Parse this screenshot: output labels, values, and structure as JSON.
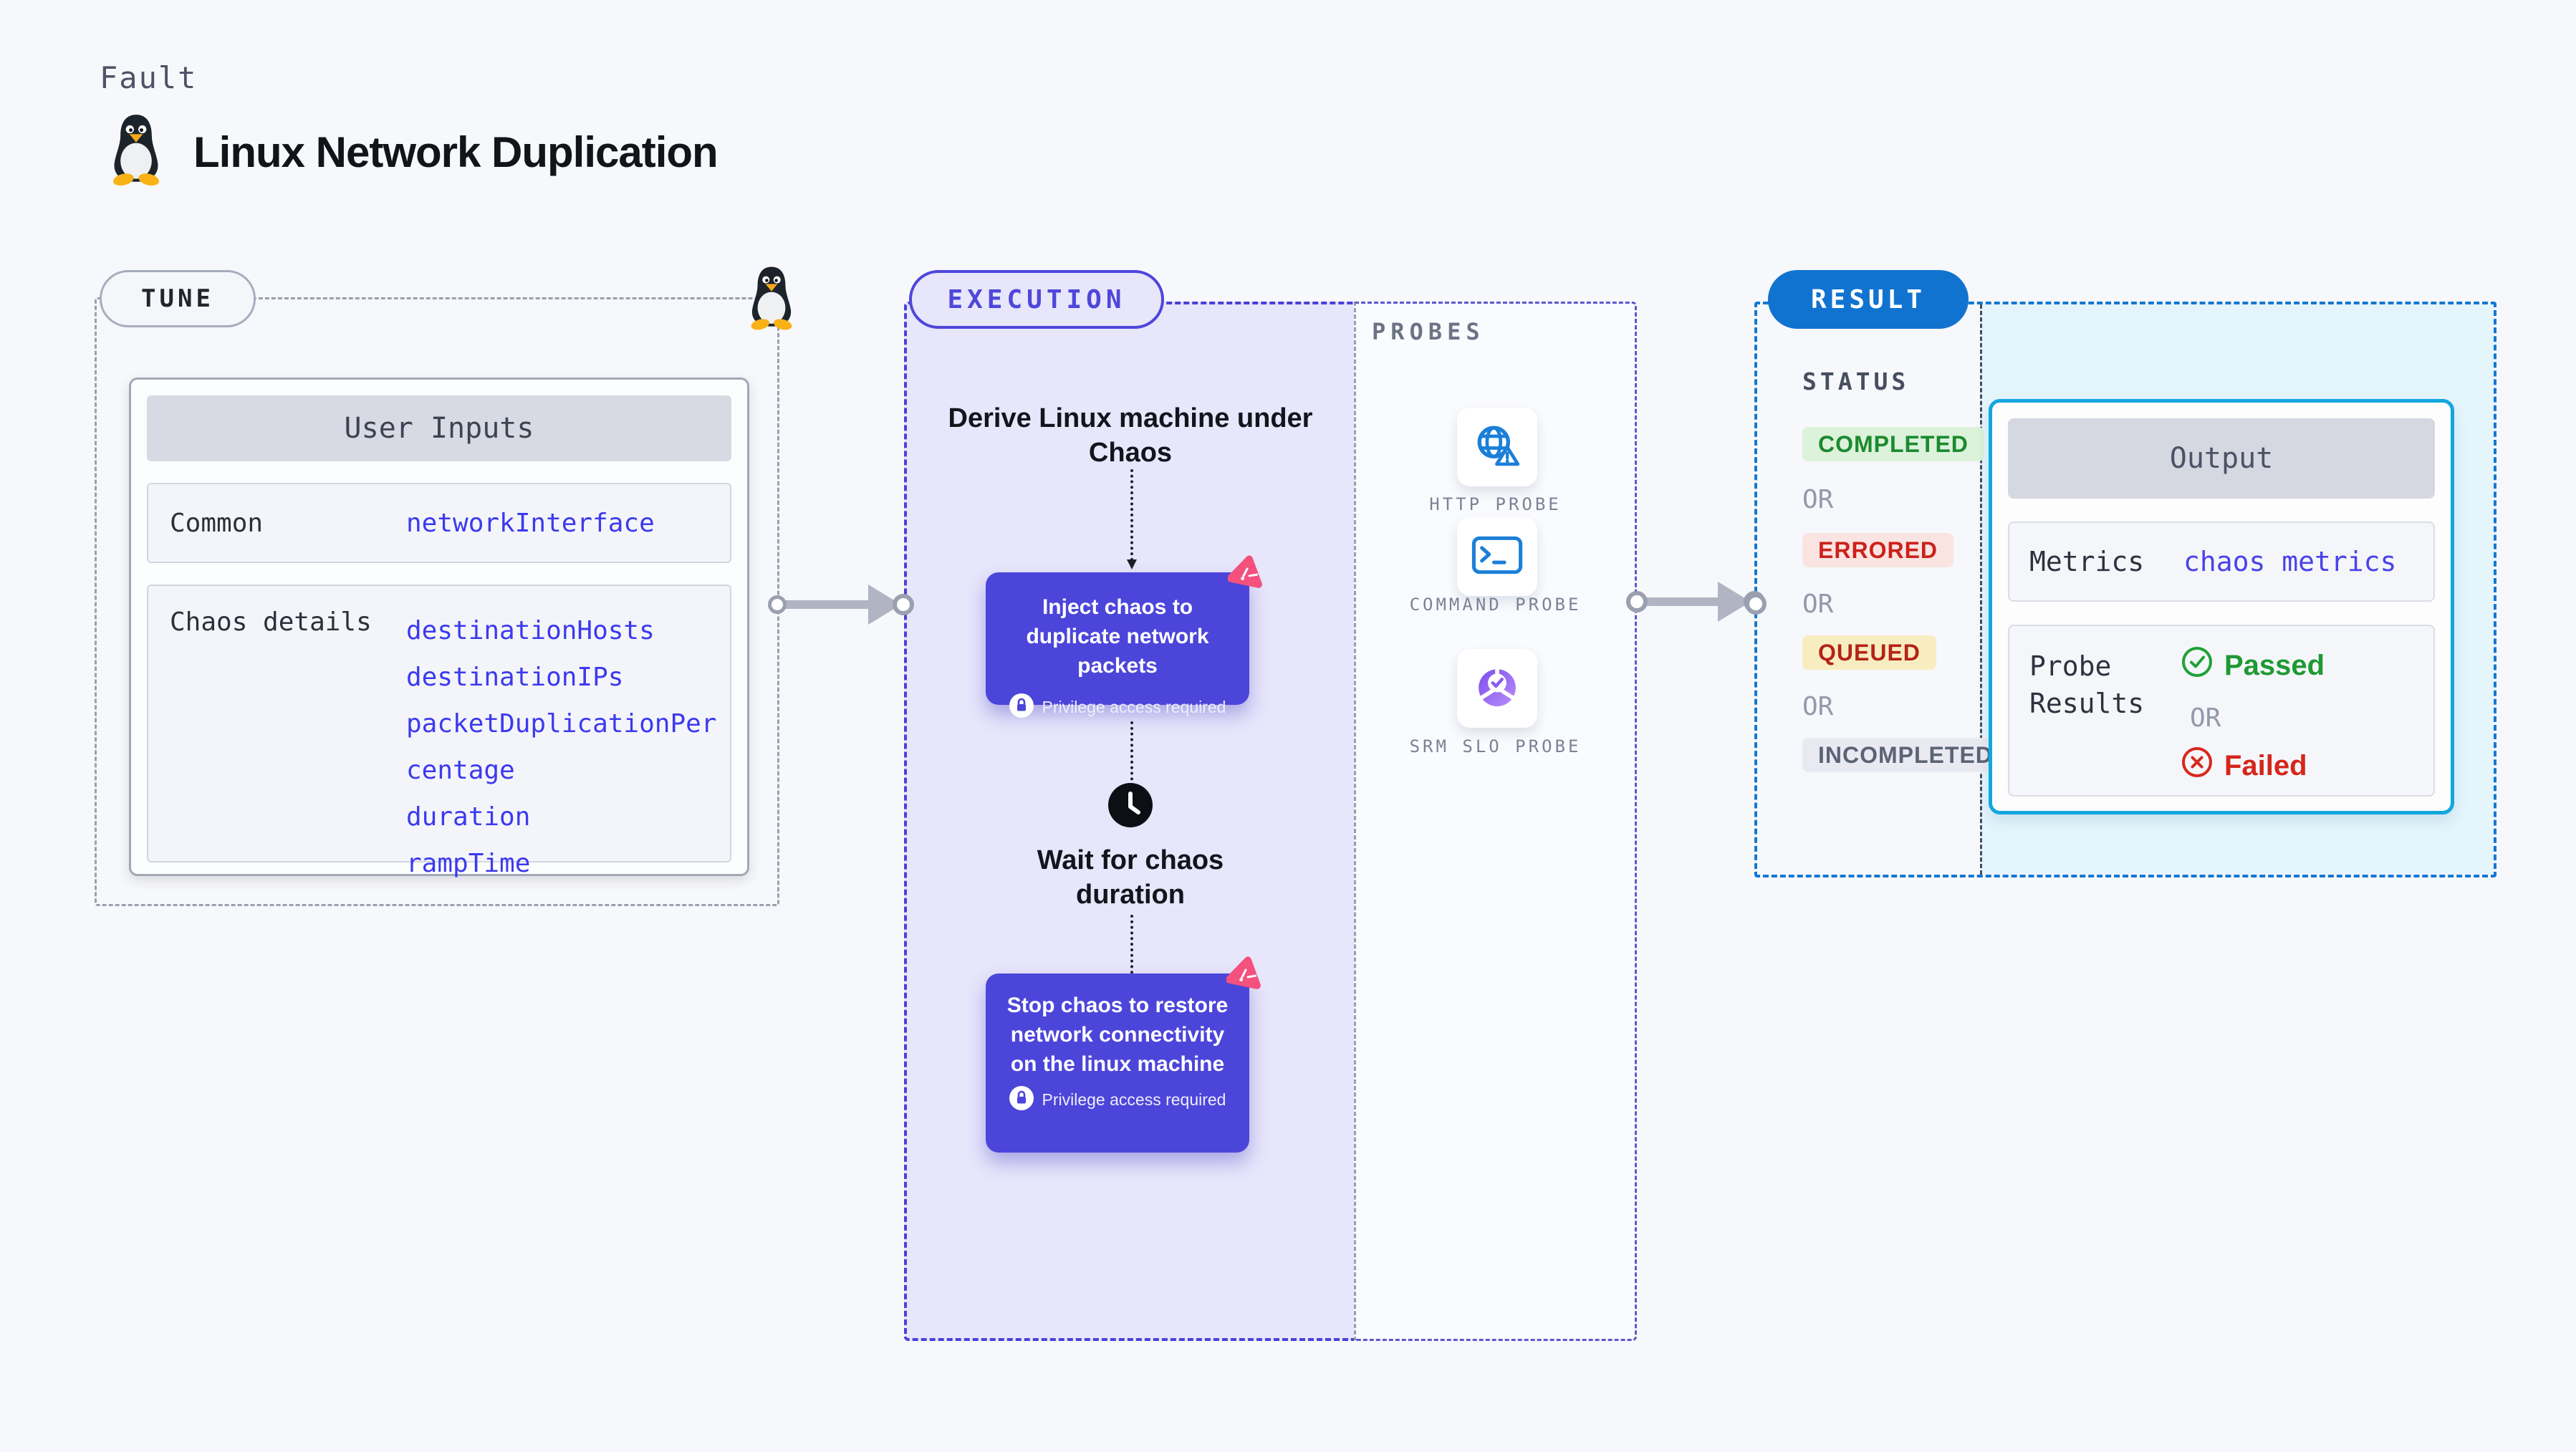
{
  "page": {
    "kind_label": "Fault",
    "title": "Linux Network Duplication"
  },
  "tune": {
    "badge": "TUNE",
    "card": {
      "title": "User Inputs",
      "rows": [
        {
          "label": "Common",
          "values": [
            "networkInterface"
          ]
        },
        {
          "label": "Chaos details",
          "values": [
            "destinationHosts",
            "destinationIPs",
            "packetDuplicationPercentage",
            "duration",
            "rampTime"
          ]
        }
      ]
    }
  },
  "execution": {
    "badge": "EXECUTION",
    "steps": {
      "derive": "Derive Linux machine under Chaos",
      "inject": "Inject chaos to duplicate network packets",
      "wait": "Wait for chaos duration",
      "stop": "Stop chaos to restore network connectivity on the linux machine"
    },
    "privilege_label": "Privilege access required"
  },
  "probes": {
    "title": "PROBES",
    "items": [
      {
        "icon": "globe-alert-icon",
        "label": "HTTP PROBE"
      },
      {
        "icon": "terminal-icon",
        "label": "COMMAND PROBE"
      },
      {
        "icon": "slo-donut-icon",
        "label": "SRM SLO PROBE"
      }
    ]
  },
  "result": {
    "badge": "RESULT",
    "status": {
      "title": "STATUS",
      "or_label": "OR",
      "items": [
        {
          "label": "COMPLETED",
          "type": "completed"
        },
        {
          "label": "ERRORED",
          "type": "errored"
        },
        {
          "label": "QUEUED",
          "type": "queued"
        },
        {
          "label": "INCOMPLETED",
          "type": "incompleted"
        }
      ]
    },
    "output": {
      "title": "Output",
      "metrics_label": "Metrics",
      "metrics_value": "chaos metrics",
      "probe_results_label": "Probe Results",
      "passed_label": "Passed",
      "or_label": "OR",
      "failed_label": "Failed"
    }
  },
  "colors": {
    "background": "#f7f8fb",
    "indigo_accent": "#4c45da",
    "lavender_panel": "#e7e6fb",
    "result_blue": "#1173d0",
    "cyan_panel": "#e5f5fc",
    "output_border": "#13a6de",
    "value_blue": "#3c3aee",
    "passed_green": "#1f9933",
    "failed_red": "#d5261b",
    "queued_bg": "#f8edc0",
    "pink_chaos": "#f4517e",
    "arrow_gray": "#b1b4c2"
  }
}
